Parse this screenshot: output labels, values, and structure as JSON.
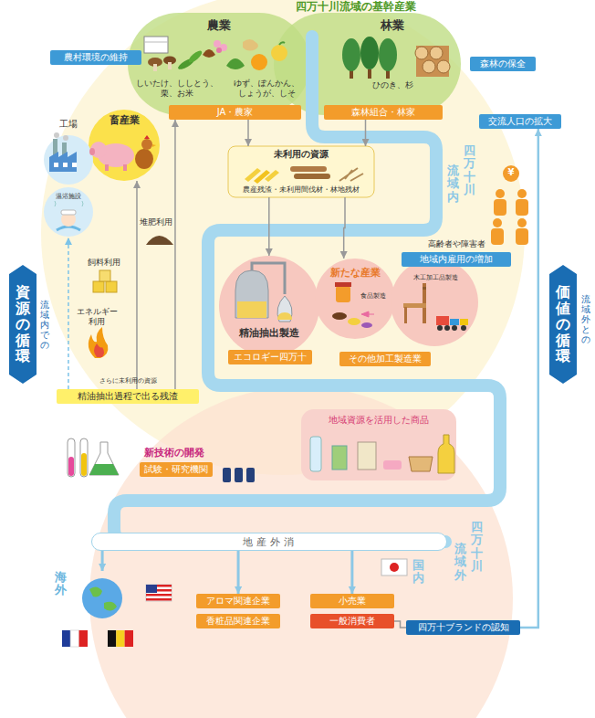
{
  "diagram": {
    "title": "四万十川流域の基幹産業",
    "nodes": [
      {
        "text": [
          "農業",
          "しいたけ、ししとう、 栗、お米",
          "ゆず、ぽんかん、 しょうが、しそ"
        ]
      },
      {
        "text": [
          "林業",
          "ひのき、杉"
        ]
      },
      {
        "text": [
          "JA・農家"
        ]
      },
      {
        "text": [
          "森林組合・林家"
        ]
      },
      {
        "text": [
          "農村環境の維持"
        ]
      },
      {
        "text": [
          "森林の保全"
        ]
      },
      {
        "text": [
          "交流人口の拡大"
        ]
      },
      {
        "text": [
          "畜産業"
        ]
      },
      {
        "text": [
          "工場"
        ]
      },
      {
        "text": [
          "温浴施設"
        ]
      },
      {
        "text": [
          "未利用の資源",
          "農産残渣・未利用間伐材・林地残材"
        ]
      },
      {
        "text": [
          "精油抽出製造"
        ]
      },
      {
        "text": [
          "エコロギー四万十"
        ]
      },
      {
        "text": [
          "新たな産業",
          "食品製造"
        ]
      },
      {
        "text": [
          "木工加工品製造"
        ]
      },
      {
        "text": [
          "その他加工製造業"
        ]
      },
      {
        "text": [
          "高齢者や障害者",
          "地域内雇用の増加"
        ]
      },
      {
        "text": [
          "資源の循環"
        ]
      },
      {
        "text": [
          "価値の循環"
        ]
      },
      {
        "text": [
          "さらに未利用の資源",
          "精油抽出過程で出る残渣"
        ]
      },
      {
        "text": [
          "地域資源を活用した商品"
        ]
      },
      {
        "text": [
          "新技術の開発",
          "試験・研究機関"
        ]
      },
      {
        "text": [
          "地産外消"
        ]
      },
      {
        "text": [
          "海外"
        ]
      },
      {
        "text": [
          "アロマ関連企業"
        ]
      },
      {
        "text": [
          "香粧品関連企業"
        ]
      },
      {
        "text": [
          "小売業"
        ]
      },
      {
        "text": [
          "一般消費者"
        ]
      },
      {
        "text": [
          "四万十ブランドの認知"
        ]
      }
    ],
    "edges": [
      {
        "from": 2,
        "to": 10,
        "arrow": "to"
      },
      {
        "from": 3,
        "to": 10,
        "arrow": "to"
      },
      {
        "from": 10,
        "to": 11,
        "arrow": "to"
      },
      {
        "from": 10,
        "to": 13,
        "arrow": "to"
      },
      {
        "from": 19,
        "to": 9,
        "arrow": "to"
      },
      {
        "from": 19,
        "to": 7,
        "arrow": "to"
      },
      {
        "from": 19,
        "to": 2,
        "arrow": "to"
      },
      {
        "from": 22,
        "to": 23,
        "arrow": "to"
      },
      {
        "from": 22,
        "to": 24,
        "arrow": "to"
      },
      {
        "from": 22,
        "to": 26,
        "arrow": "to"
      },
      {
        "from": 27,
        "to": 28,
        "arrow": "none"
      },
      {
        "from": 28,
        "to": 6,
        "arrow": "to"
      }
    ],
    "labels": [
      "四万十川",
      "流域内",
      "流域内での",
      "流域外との",
      "堆肥利用",
      "飼料利用",
      "エネルギー 利用",
      "¥",
      "国内",
      "四万十川",
      "流域外"
    ]
  }
}
